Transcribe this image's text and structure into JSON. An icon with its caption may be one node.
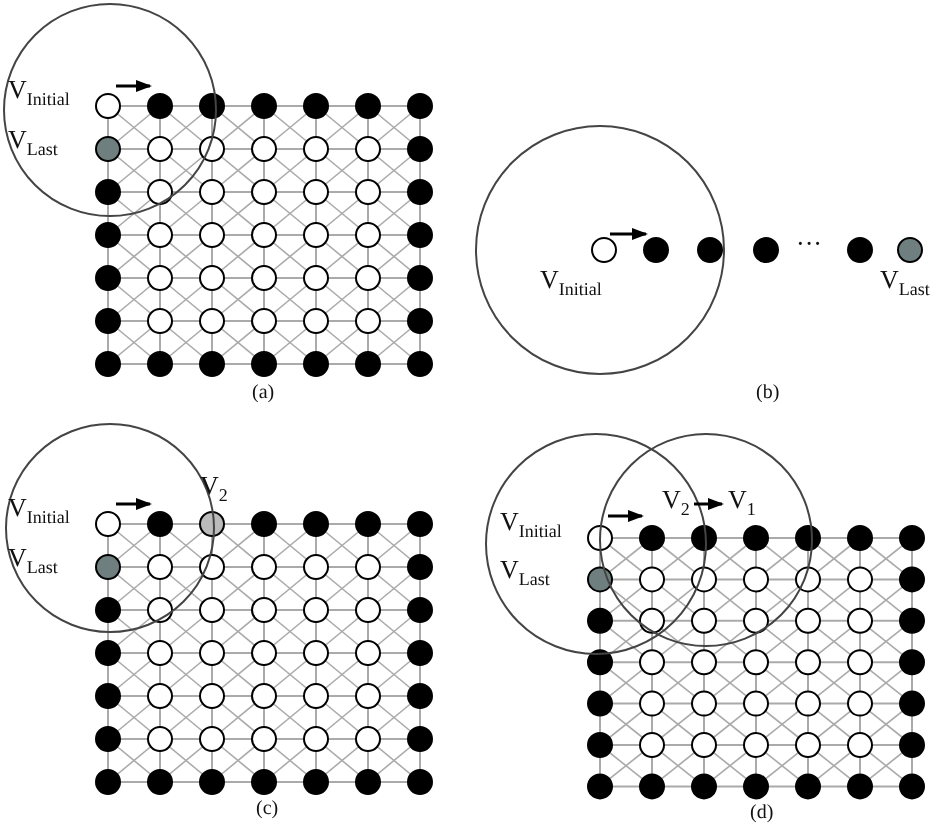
{
  "diagram": {
    "labels": [
      "V$_{Initial}$",
      "V$_{Last}$",
      "(a)",
      "V$_{Initial}$",
      "···",
      "V$_{Last}$",
      "(b)",
      "V$_{Initial}$",
      "V$_{2}$",
      "V$_{Last}$",
      "(c)",
      "V$_{Initial}$",
      "V$_{2}$",
      "V$_{1}$",
      "V$_{Last}$",
      "(d)"
    ]
  }
}
